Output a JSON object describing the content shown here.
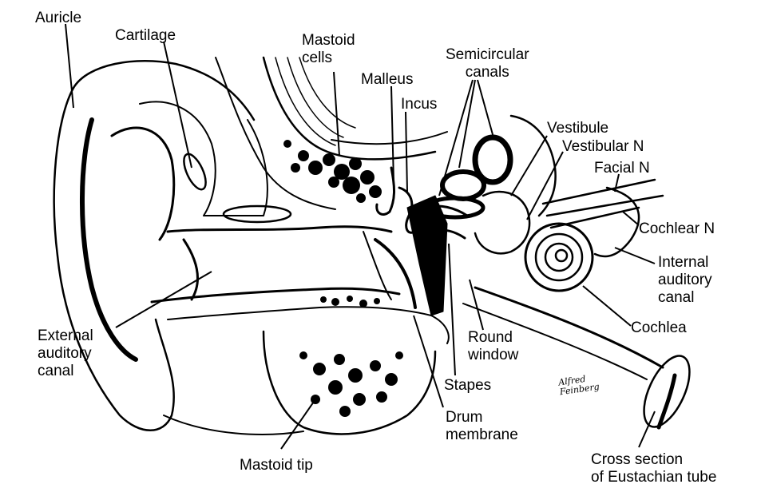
{
  "labels": {
    "auricle": "Auricle",
    "cartilage": "Cartilage",
    "mastoid_cells": [
      "Mastoid",
      "cells"
    ],
    "malleus": "Malleus",
    "incus": "Incus",
    "semicircular_canals": [
      "Semicircular",
      "canals"
    ],
    "vestibule": "Vestibule",
    "vestibular_n": "Vestibular N",
    "facial_n": "Facial N",
    "cochlear_n": "Cochlear N",
    "internal_auditory_canal": [
      "Internal",
      "auditory",
      "canal"
    ],
    "cochlea": "Cochlea",
    "round_window": [
      "Round",
      "window"
    ],
    "stapes": "Stapes",
    "drum_membrane": [
      "Drum",
      "membrane"
    ],
    "external_auditory_canal": [
      "External",
      "auditory",
      "canal"
    ],
    "mastoid_tip": "Mastoid tip",
    "eustachian_tube": [
      "Cross section",
      "of Eustachian tube"
    ]
  },
  "signature": [
    "Alfred",
    "Feinberg"
  ]
}
